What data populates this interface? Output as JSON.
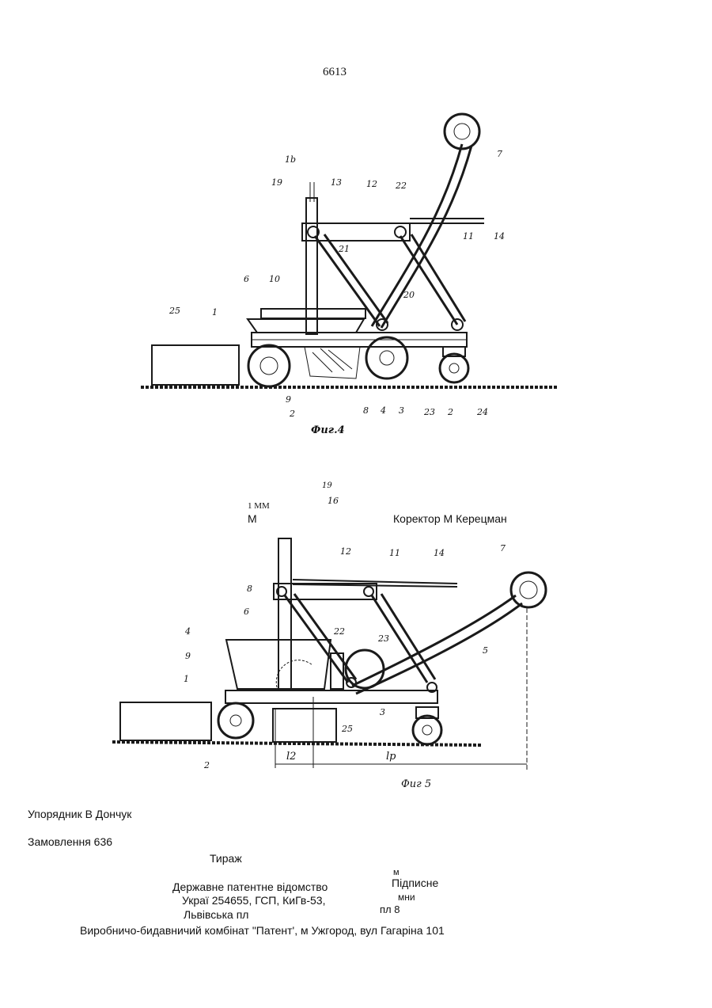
{
  "page_number": "6613",
  "figure4": {
    "caption": "Фиг.4",
    "labels": [
      "1b",
      "19",
      "13",
      "12",
      "22",
      "7",
      "11",
      "14",
      "21",
      "6",
      "10",
      "20",
      "25",
      "1",
      "9",
      "2",
      "8",
      "4",
      "3",
      "23",
      "2",
      "24"
    ]
  },
  "figure5": {
    "caption": "Фиг 5",
    "top_marks": [
      "1 ММ",
      "М",
      "19",
      "16"
    ],
    "labels": [
      "12",
      "11",
      "14",
      "7",
      "8",
      "6",
      "22",
      "23",
      "4",
      "9",
      "5",
      "1",
      "3",
      "25",
      "2",
      "l2",
      "lp"
    ]
  },
  "corrector": "Коректор   М  Керецман",
  "compiler": "Упорядник В Дончук",
  "order": "Замовлення 636",
  "circulation": "Тираж",
  "publisher_block": {
    "name": "Державне патентне відомство",
    "address1": "Украї 254655, ГСП, КиГв-53,",
    "address2": "Львівська пл",
    "m": "м",
    "signed": "Підписне",
    "mni": "мни",
    "pl8": "пл   8"
  },
  "footer": "Виробничо-бидавничий комбінат   \"Патент', м Ужгород, вул Гагаріна  101"
}
